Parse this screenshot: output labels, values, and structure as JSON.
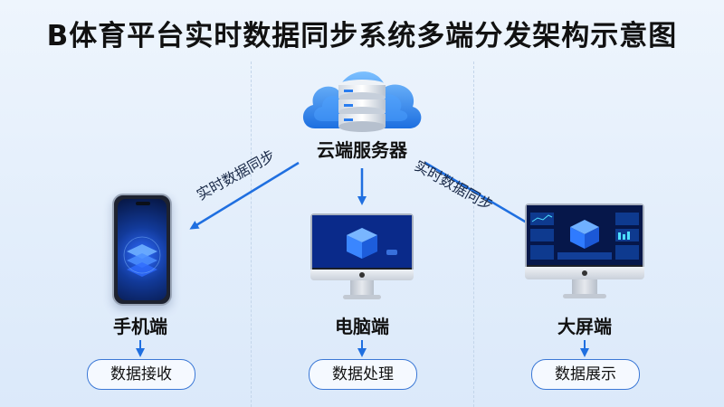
{
  "title": "B体育平台实时数据同步系统多端分发架构示意图",
  "server": {
    "label": "云端服务器"
  },
  "edges": {
    "left_label": "实时数据同步",
    "right_label": "实时数据同步"
  },
  "devices": [
    {
      "name": "手机端",
      "action": "数据接收"
    },
    {
      "name": "电脑端",
      "action": "数据处理"
    },
    {
      "name": "大屏端",
      "action": "数据展示"
    }
  ],
  "colors": {
    "accent": "#1f6fe0",
    "pill_border": "#3b78d6",
    "text": "#111111"
  }
}
